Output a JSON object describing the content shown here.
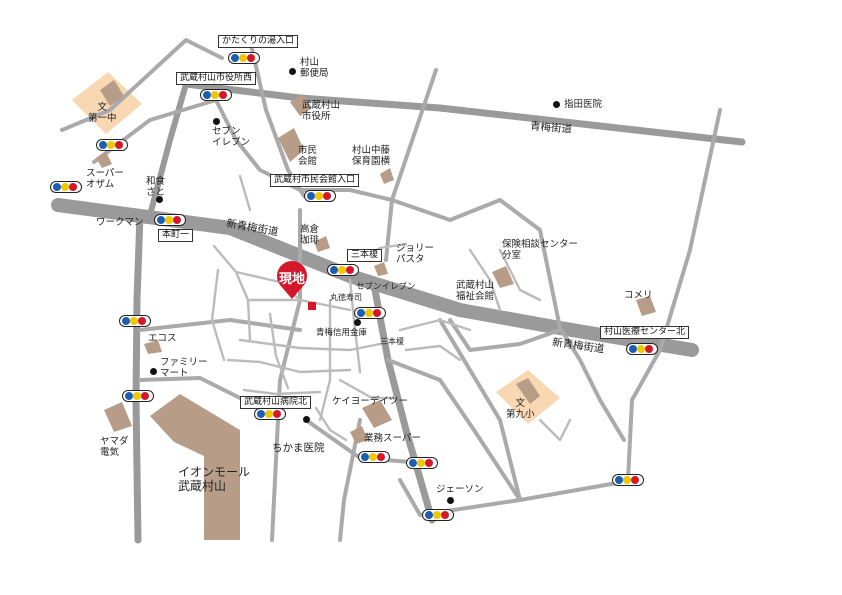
{
  "map": {
    "roads": {
      "main_color": "#9a9a9a",
      "sub_color": "#a8a8a8",
      "minor_color": "#b8b8b8"
    },
    "current_location_label": "現地",
    "current_location_color": "#d5172b",
    "school_fill": "#f8d7b3",
    "building_fill": "#b79c88",
    "bus_stop_colors": [
      "#1b5fb0",
      "#f2c700",
      "#d5172b"
    ],
    "bus_stop_signs": {
      "katakuri": "かたくりの湯入口",
      "city_hall_west": "武蔵村山市役所西",
      "community_hall": "武蔵村市民会館入口",
      "honmachi1": "本町一",
      "sanbonyari": "三本榎",
      "medical_center_north": "村山医療センター北",
      "hospital_north": "武蔵村山病院北"
    },
    "road_names": {
      "ome_kaido": "青梅街道",
      "shin_ome_kaido_west": "新青梅街道",
      "shin_ome_kaido_east": "新青梅街道"
    },
    "landmarks": {
      "post_office": "村山\n郵便局",
      "city_hall": "武蔵村山\n市役所",
      "civic_hall": "市民\n会館",
      "nursery": "村山中藤\n保育園横",
      "school1": "文\n第一中",
      "seven_eleven_1": "セブン\nイレブン",
      "super_ozamu": "スーパー\nオザム",
      "washoku_sato": "和食\nさと",
      "workman": "ワークマン",
      "takakura_coffee": "高倉\n珈琲",
      "jolly_pasta": "ジョリー\nパスタ",
      "insurance_center": "保険相談センター\n分室",
      "welfare_hall": "武蔵村山\n福祉会館",
      "seven_eleven_2": "セブンイレブン",
      "marutoku_sushi": "丸徳寿司",
      "ome_shinkin": "青梅信用金庫",
      "sanbonyari_small": "三本榎",
      "comeri": "コメリ",
      "ecos": "エコス",
      "family_mart": "ファミリー\nマート",
      "yamada": "ヤマダ\n電気",
      "aeon": "イオンモール\n武蔵村山",
      "keiyo": "ケイヨーデイツー",
      "gyomu_super": "業務スーパー",
      "chikama_clinic": "ちかま医院",
      "school9": "文\n第九小",
      "jason": "ジェーソン",
      "sashida_clinic": "指田医院"
    }
  }
}
